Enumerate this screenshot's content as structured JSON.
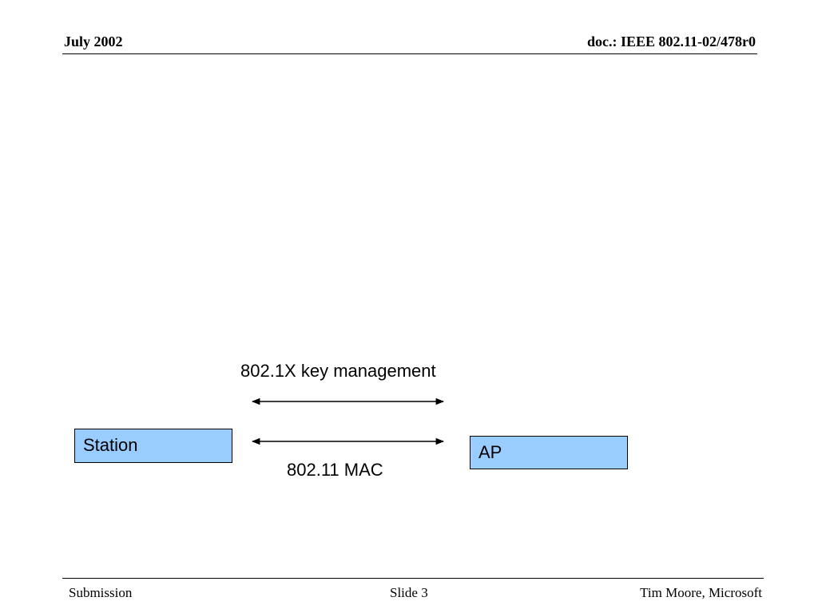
{
  "header": {
    "date": "July 2002",
    "doc": "doc.: IEEE 802.11-02/478r0"
  },
  "diagram": {
    "station_label": "Station",
    "ap_label": "AP",
    "key_management_label": "802.1X key management",
    "mac_label": "802.11 MAC"
  },
  "footer": {
    "submission": "Submission",
    "slide": "Slide 3",
    "author": "Tim Moore, Microsoft"
  }
}
